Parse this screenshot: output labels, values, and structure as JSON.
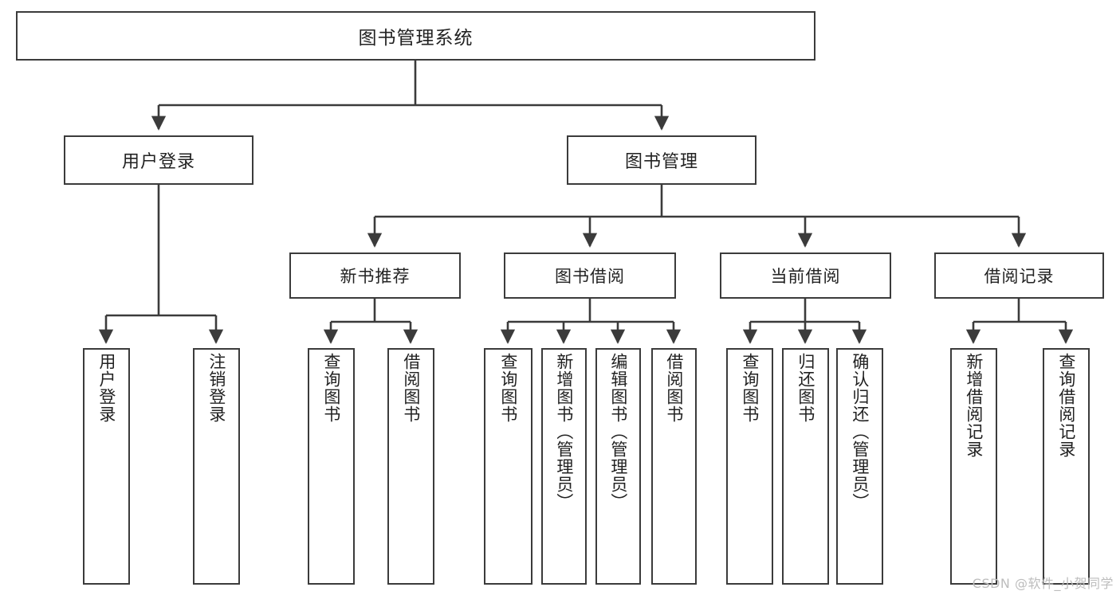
{
  "diagram": {
    "type": "tree",
    "title": "图书管理系统",
    "watermark": "CSDN @软件_小贺同学",
    "line_color": "#3b3b3b",
    "text_color": "#222222",
    "background": "#ffffff",
    "root": {
      "label": "图书管理系统"
    },
    "level2": [
      {
        "label": "用户登录"
      },
      {
        "label": "图书管理"
      }
    ],
    "level3": [
      {
        "label": "新书推荐"
      },
      {
        "label": "图书借阅"
      },
      {
        "label": "当前借阅"
      },
      {
        "label": "借阅记录"
      }
    ],
    "leaves": {
      "user_login": [
        {
          "label": "用户登录"
        },
        {
          "label": "注销登录"
        }
      ],
      "new_book": [
        {
          "label": "查询图书"
        },
        {
          "label": "借阅图书"
        }
      ],
      "book_borrow": [
        {
          "label": "查询图书"
        },
        {
          "label": "新增图书（管理员）"
        },
        {
          "label": "编辑图书（管理员）"
        },
        {
          "label": "借阅图书"
        }
      ],
      "current_borrow": [
        {
          "label": "查询图书"
        },
        {
          "label": "归还图书"
        },
        {
          "label": "确认归还（管理员）"
        }
      ],
      "borrow_record": [
        {
          "label": "新增借阅记录"
        },
        {
          "label": "查询借阅记录"
        }
      ]
    }
  }
}
